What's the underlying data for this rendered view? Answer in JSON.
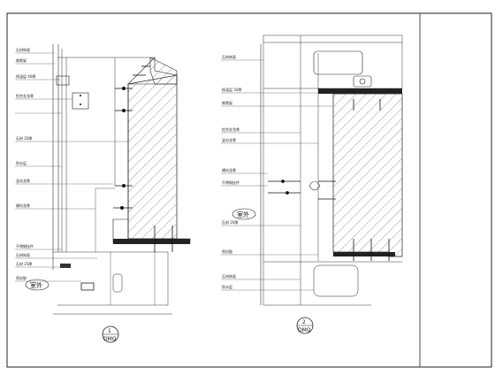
{
  "left_detail": {
    "labels": [
      "石材饰面",
      "钢骨架",
      "保温层 40厚",
      "铝合金龙骨",
      "石材 20厚",
      "防水层",
      "竖向龙骨",
      "横向龙骨",
      "不锈钢挂件",
      "石材饰面",
      "石材 25厚",
      "密封胶"
    ],
    "exterior_tag": "室外",
    "callout_number": "1",
    "callout_sheet": "DMQ"
  },
  "right_detail": {
    "labels": [
      "石材饰面",
      "保温层 50厚",
      "钢骨架",
      "铝合金龙骨",
      "竖向龙骨",
      "横向龙骨",
      "不锈钢挂件",
      "石材 20厚",
      "密封胶",
      "石材饰面",
      "防水层"
    ],
    "exterior_tag": "室外",
    "callout_number": "2",
    "callout_sheet": "DMQ"
  }
}
